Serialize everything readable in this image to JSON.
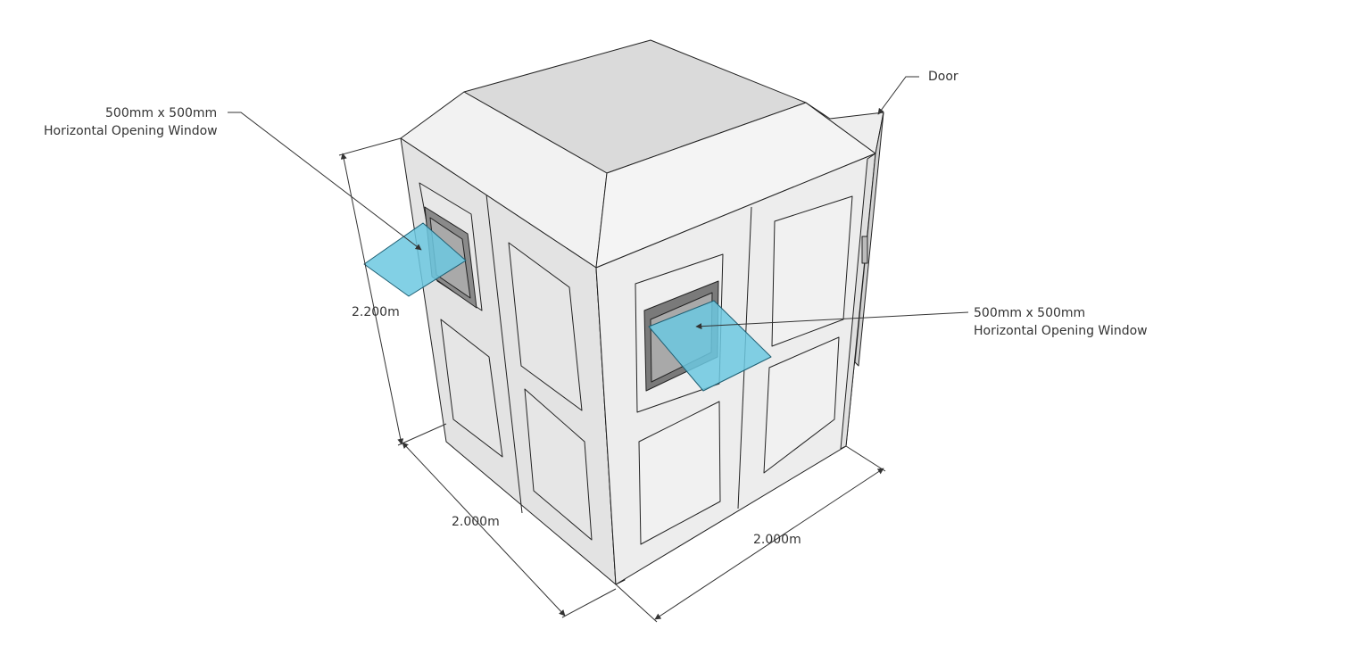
{
  "annotations": {
    "door": "Door",
    "window_left_size": "500mm x 500mm",
    "window_left_type": "Horizontal Opening Window",
    "window_right_size": "500mm x 500mm",
    "window_right_type": "Horizontal Opening Window"
  },
  "dimensions": {
    "height": "2.200m",
    "depth": "2.000m",
    "width": "2.000m"
  },
  "colors": {
    "wall_light": "#ededed",
    "wall_shade": "#dcdcdc",
    "roof": "#dadada",
    "glass": "#6cc8e0",
    "stroke": "#222222"
  }
}
